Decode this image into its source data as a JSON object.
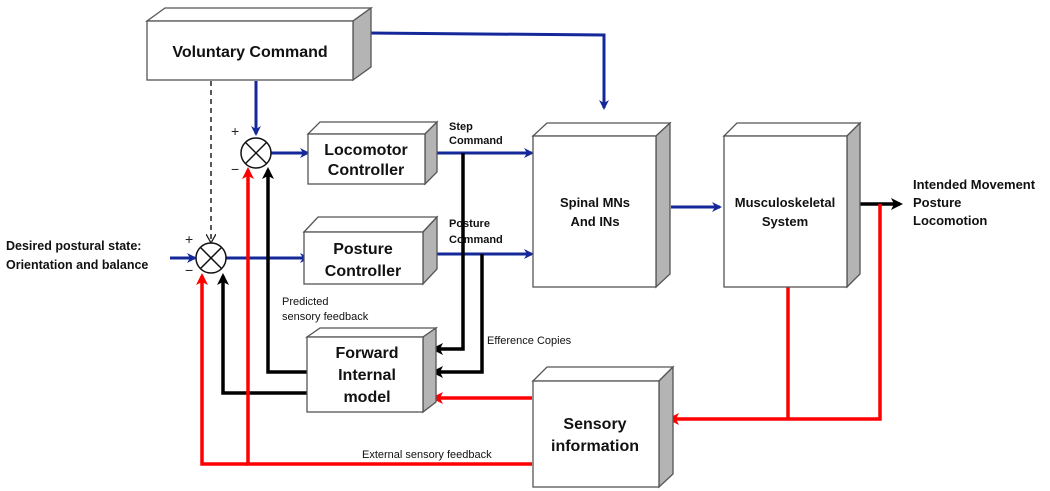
{
  "diagram": {
    "title": "Postural and locomotor control with forward internal model",
    "blocks": {
      "voluntary_command": [
        "Voluntary Command"
      ],
      "locomotor_controller": [
        "Locomotor",
        "Controller"
      ],
      "posture_controller": [
        "Posture",
        "Controller"
      ],
      "spinal": [
        "Spinal MNs",
        "And INs"
      ],
      "musculoskeletal": [
        "Musculoskeletal",
        "System"
      ],
      "forward_model": [
        "Forward",
        "Internal",
        "model"
      ],
      "sensory": [
        "Sensory",
        "information"
      ]
    },
    "input_label": [
      "Desired postural state:",
      "Orientation and balance"
    ],
    "output_label": [
      "Intended Movement",
      "Posture",
      "Locomotion"
    ],
    "signal_labels": {
      "step_command": [
        "Step",
        "Command"
      ],
      "posture_command": [
        "Posture",
        "Command"
      ],
      "predicted_feedback": [
        "Predicted",
        "sensory feedback"
      ],
      "efference_copies": "Efference Copies",
      "external_feedback": "External sensory feedback"
    },
    "summing_signs": {
      "plus": "+",
      "minus": "−"
    },
    "colors": {
      "feedforward": "#14289a",
      "sensory_feedback": "#ff0000",
      "internal_model": "#000000"
    }
  }
}
